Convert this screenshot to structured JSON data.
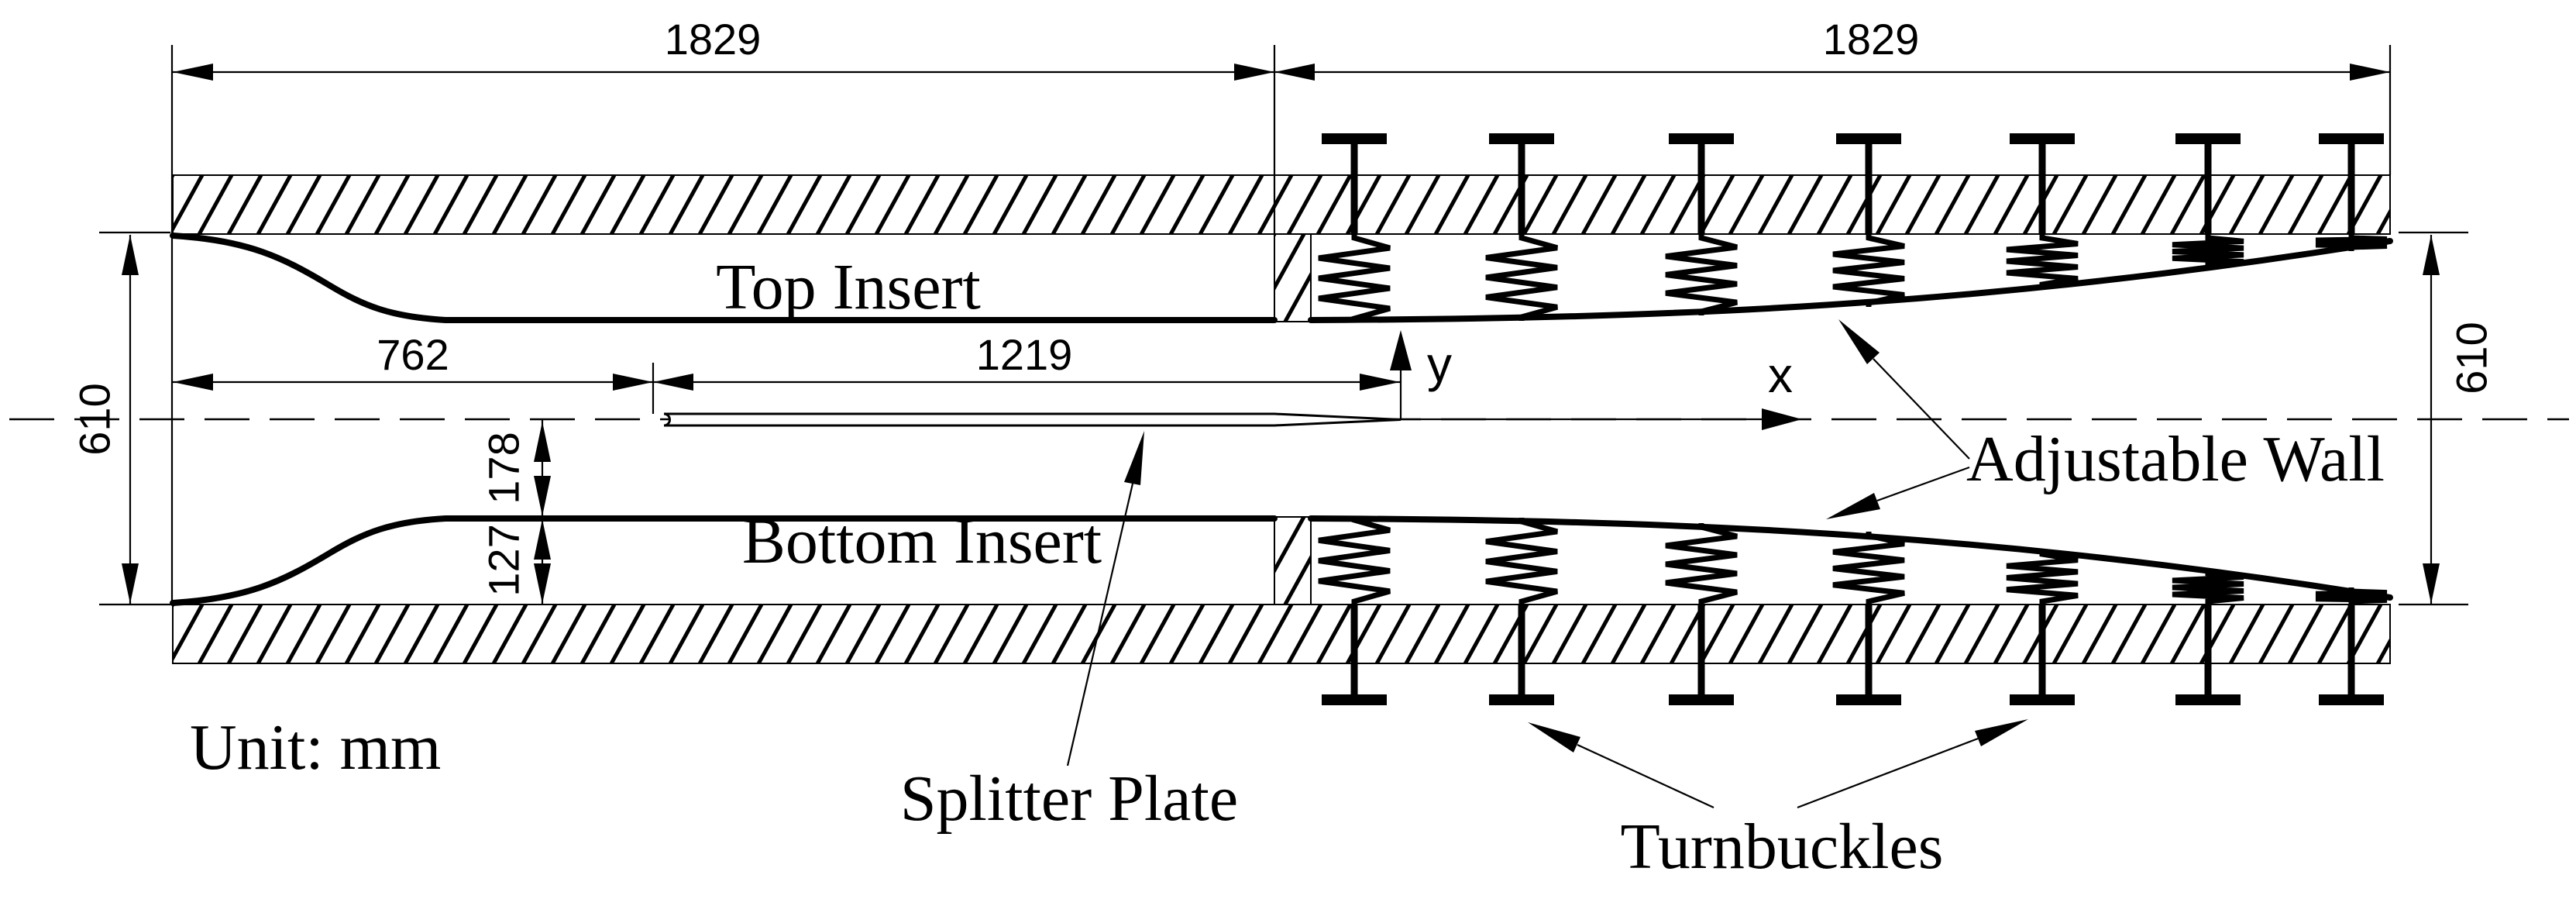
{
  "diagram": {
    "unit_note": "Unit: mm",
    "labels": {
      "top_insert": "Top Insert",
      "bottom_insert": "Bottom Insert",
      "splitter_plate": "Splitter Plate",
      "adjustable_wall": "Adjustable Wall",
      "turnbuckles": "Turnbuckles"
    },
    "axes": {
      "x": "x",
      "y": "y"
    },
    "dimensions": {
      "upstream_section_length": "1829",
      "downstream_section_length": "1829",
      "nozzle_length": "762",
      "splitter_plate_length": "1219",
      "inlet_height": "610",
      "exit_height": "610",
      "centerline_to_insert_gap": "178",
      "insert_thickness": "127"
    },
    "turnbuckle_count_top": 7,
    "turnbuckle_count_bottom": 7,
    "colors": {
      "ink": "#000000",
      "background": "#ffffff"
    }
  }
}
